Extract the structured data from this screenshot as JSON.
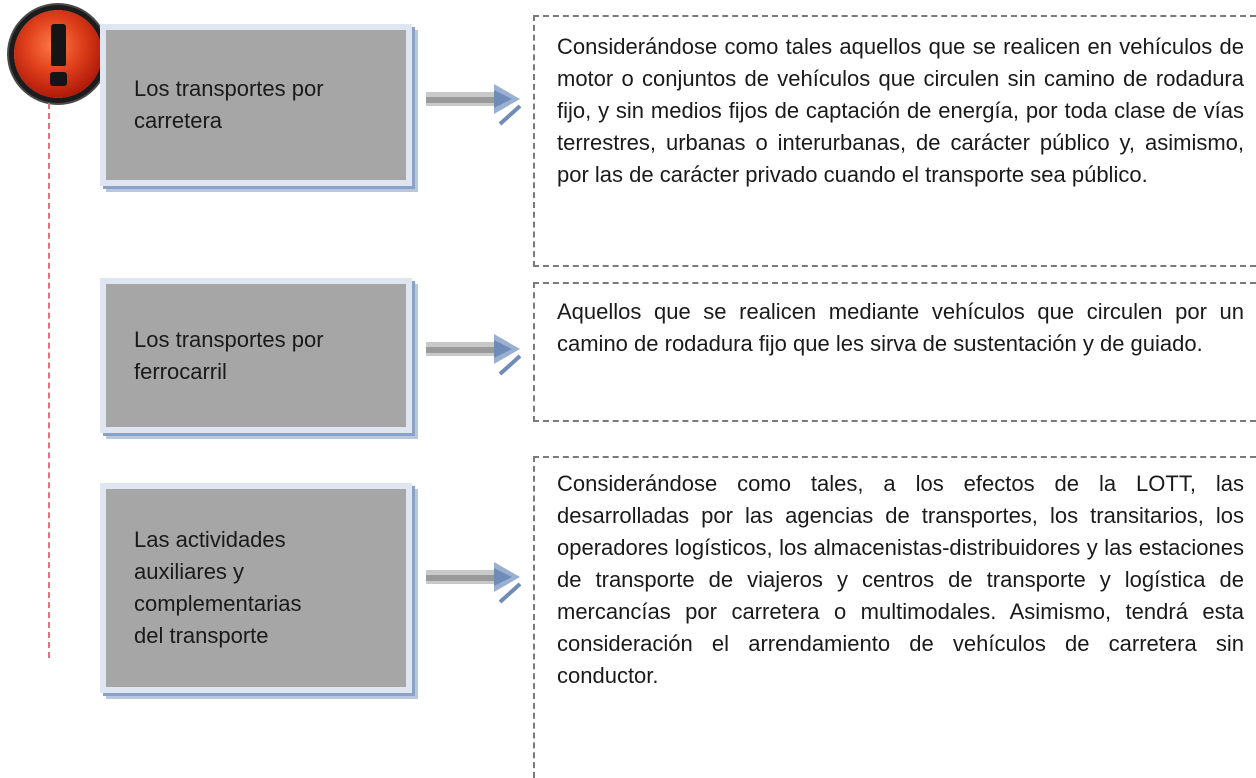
{
  "items": [
    {
      "concept": "Los transportes por carretera",
      "concept_lines": [
        "Los transportes por",
        "carretera"
      ],
      "description": "Considerándose como tales aquellos que se realicen en vehículos de motor o conjuntos de vehículos que circulen sin camino de rodadura fijo, y sin medios fijos de captación de energía, por toda clase de vías terrestres, urbanas o interurbanas, de carácter público y, asimismo, por las de carácter privado cuando el transporte sea público."
    },
    {
      "concept": "Los transportes por ferrocarril",
      "concept_lines": [
        "Los transportes por",
        "ferrocarril"
      ],
      "description": "Aquellos que se realicen mediante vehículos que circulen por un camino de rodadura fijo que les sirva de sustentación y de guiado."
    },
    {
      "concept": "Las actividades auxiliares y complementarias del transporte",
      "concept_lines": [
        "Las actividades",
        "auxiliares y",
        "complementarias",
        "del transporte"
      ],
      "description": "Considerándose como tales, a los efectos de la LOTT, las desarrolladas por las agencias de transportes, los transitarios, los operadores logísticos, los almacenistas-distribuidores y las estaciones de transporte de viajeros y centros de transporte y logística de mercancías por carretera o multimodales. Asimismo, tendrá esta consideración el arrendamiento de vehículos de carretera sin conductor."
    }
  ],
  "icons": {
    "alert": "exclamation-warning-icon",
    "connector": "arrow-right-icon"
  },
  "colors": {
    "concept_fill": "#a6a6a6",
    "concept_border": "#dfe6f2",
    "concept_shadow": "#8aa2c7",
    "timeline": "#e8707a",
    "dashed_frame": "#7a7a7a",
    "alert_red": "#e0411c"
  }
}
